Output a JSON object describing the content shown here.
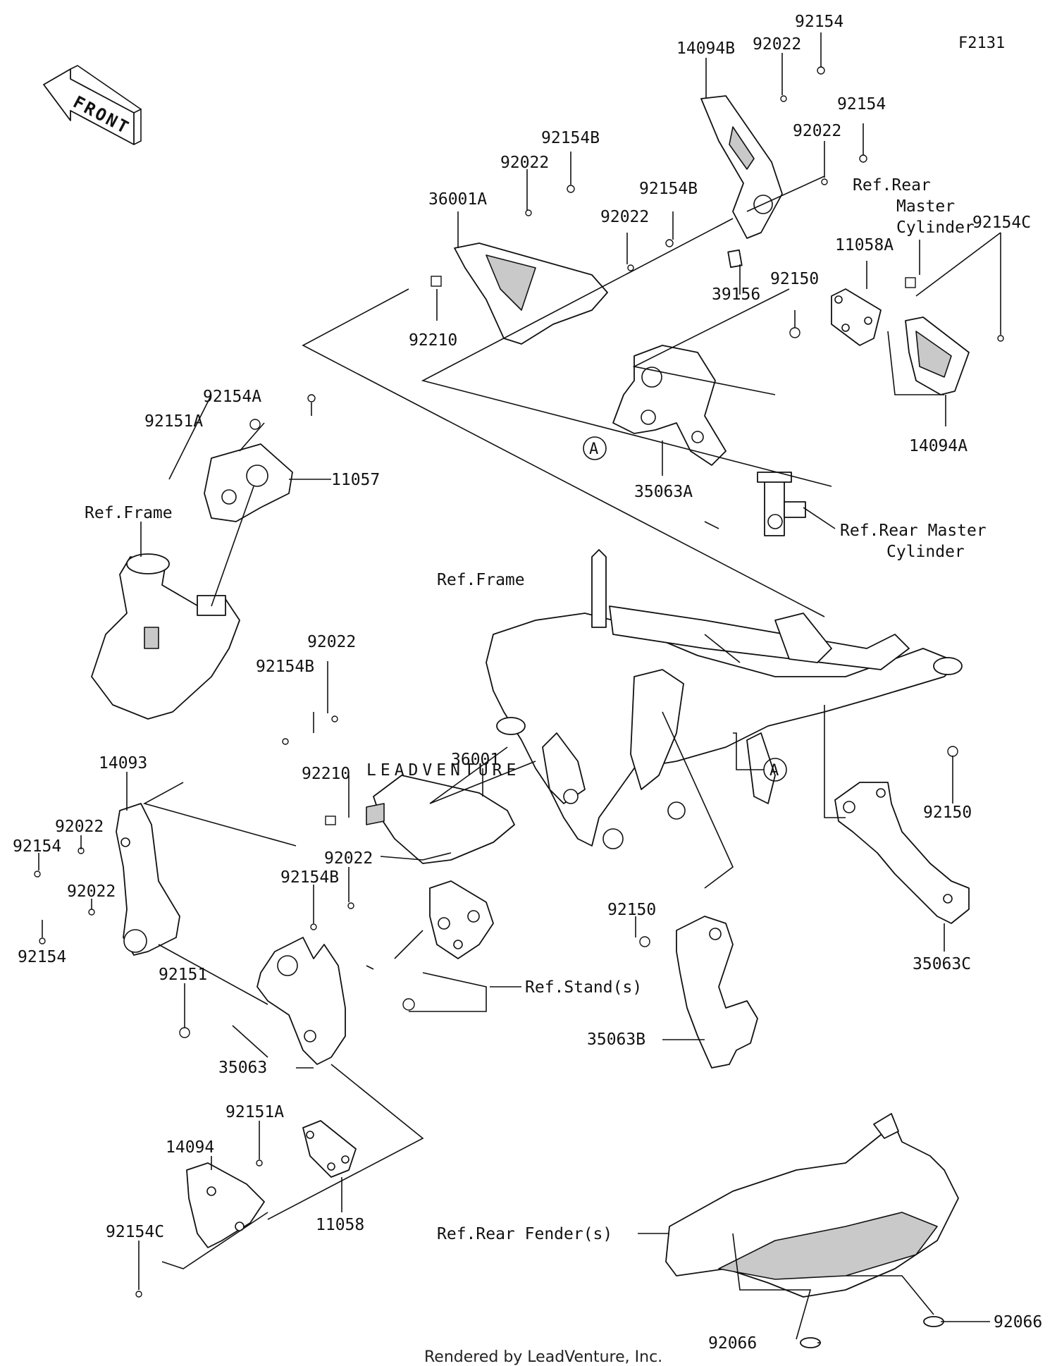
{
  "figure_code": "F2131",
  "front_label": "FRONT",
  "watermark": "LEADVENTURE",
  "footer": "Rendered by LeadVenture, Inc.",
  "callout_letter": "A",
  "labels": {
    "p92154_top": "92154",
    "p92022_top": "92022",
    "p14094B": "14094B",
    "p92154_2": "92154",
    "p92022_2": "92022",
    "ref_rear_master_cyl_1": "Ref.Rear",
    "ref_rear_master_cyl_2": "Master",
    "ref_rear_master_cyl_3": "Cylinder",
    "p92154B_top": "92154B",
    "p92022_3": "92022",
    "p36001A": "36001A",
    "p92154B_2": "92154B",
    "p92022_4": "92022",
    "p11058A": "11058A",
    "p92154C_top": "92154C",
    "p92150_top": "92150",
    "p39156": "39156",
    "p92210_top": "92210",
    "p14094A": "14094A",
    "p35063A": "35063A",
    "p92154A": "92154A",
    "p92151A_top": "92151A",
    "p11057": "11057",
    "ref_frame_1": "Ref.Frame",
    "ref_rear_master_2a": "Ref.Rear Master",
    "ref_rear_master_2b": "Cylinder",
    "ref_frame_2": "Ref.Frame",
    "p92022_5": "92022",
    "p92154B_3": "92154B",
    "p36001": "36001",
    "p92210_2": "92210",
    "p14093": "14093",
    "p92022_6": "92022",
    "p92154_3": "92154",
    "p92022_7": "92022",
    "p92154B_4": "92154B",
    "p92150_2": "92150",
    "p92150_3": "92150",
    "p92022_8": "92022",
    "p92154_4": "92154",
    "p92151": "92151",
    "ref_stand": "Ref.Stand(s)",
    "p35063C": "35063C",
    "p35063": "35063",
    "p35063B": "35063B",
    "p92151A_2": "92151A",
    "p14094": "14094",
    "p11058": "11058",
    "p92154C_2": "92154C",
    "ref_rear_fender": "Ref.Rear Fender(s)",
    "p92066_1": "92066",
    "p92066_2": "92066"
  }
}
